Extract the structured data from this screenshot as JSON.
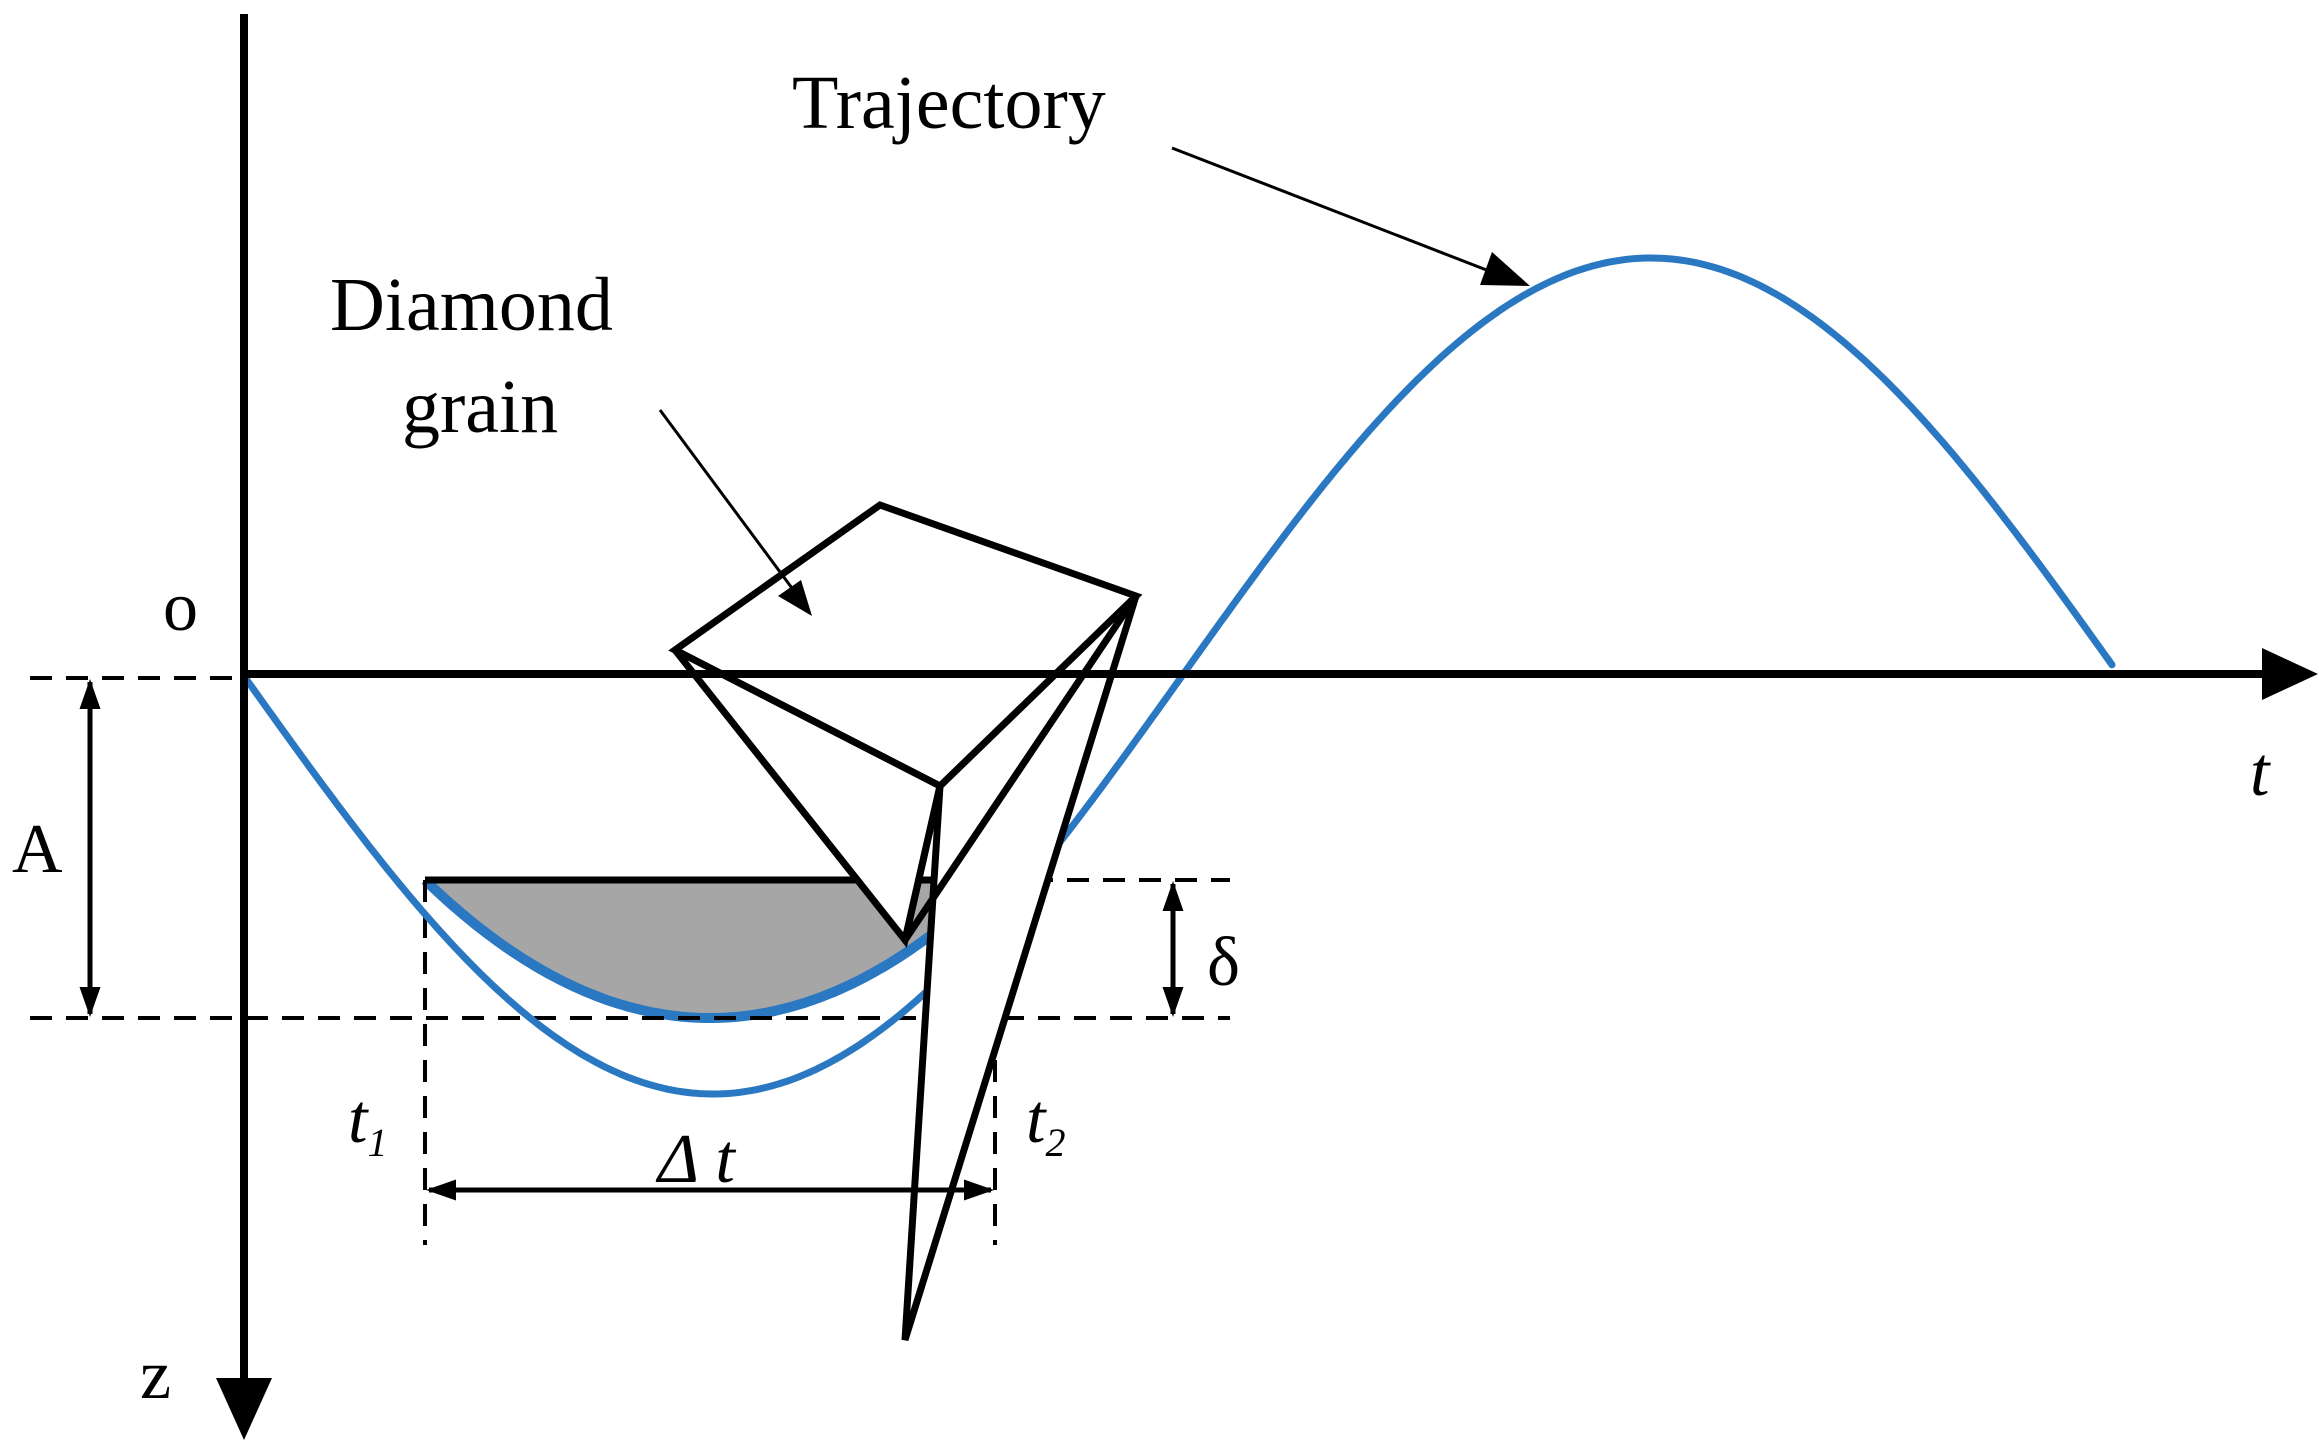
{
  "labels": {
    "trajectory": "Trajectory",
    "diamond_line1": "Diamond",
    "diamond_line2": "grain",
    "origin": "o",
    "t_axis": "t",
    "z_axis": "z",
    "amplitude": "A",
    "delta": "δ",
    "t1_main": "t",
    "t1_sub": "1",
    "t2_main": "t",
    "t2_sub": "2",
    "delta_t": "Δ t"
  },
  "colors": {
    "trajectory": "#2a78c2",
    "lines": "#000000",
    "shaded_region": "#a6a6a6"
  }
}
